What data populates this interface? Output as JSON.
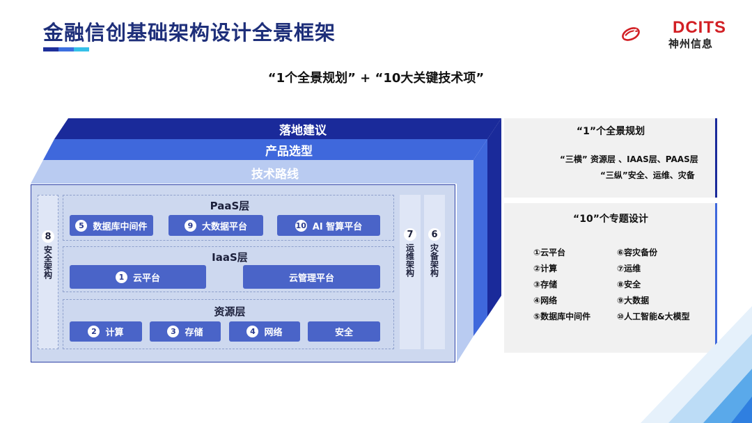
{
  "header": {
    "title": "金融信创基础架构设计全景框架",
    "logo_en": "DCITS",
    "logo_cn": "神州信息",
    "logo_icon": "dcits-swirl-icon"
  },
  "subtitle": "“1个全景规划” + “10大关键技术项”",
  "colors": {
    "navy": "#1a2a9a",
    "blue": "#3f68dc",
    "light_blue": "#b9cbf1",
    "pill": "#4a64c8",
    "title": "#1e2f7a",
    "accent_red": "#d21f24"
  },
  "layers": {
    "top": "落地建议",
    "middle": "产品选型",
    "bottom": "技术路线"
  },
  "framework": {
    "left_column": {
      "num": "8",
      "label": "安全架构"
    },
    "paas": {
      "label": "PaaS层",
      "items": [
        {
          "num": "5",
          "label": "数据库中间件"
        },
        {
          "num": "9",
          "label": "大数据平台"
        },
        {
          "num": "10",
          "label": "AI 智算平台"
        }
      ]
    },
    "iaas": {
      "label": "IaaS层",
      "items": [
        {
          "num": "1",
          "label": "云平台"
        },
        {
          "num": "",
          "label": "云管理平台"
        }
      ]
    },
    "resource": {
      "label": "资源层",
      "items": [
        {
          "num": "2",
          "label": "计算"
        },
        {
          "num": "3",
          "label": "存储"
        },
        {
          "num": "4",
          "label": "网络"
        },
        {
          "num": "",
          "label": "安全"
        }
      ]
    },
    "right_columns": [
      {
        "num": "7",
        "label": "运维架构"
      },
      {
        "num": "6",
        "label": "灾备架构"
      }
    ]
  },
  "panel_plan": {
    "heading": "“1”个全景规划",
    "line1": "“三横” 资源层 、IAAS层、PAAS层",
    "line2": "“三纵”安全、运维、灾备"
  },
  "panel_topics": {
    "heading": "“10”个专题设计",
    "left": [
      "①云平台",
      "②计算",
      "③存储",
      "④网络",
      "⑤数据库中间件"
    ],
    "right": [
      "⑥容灾备份",
      "⑦运维",
      "⑧安全",
      "⑨大数据",
      "⑩人工智能&大模型"
    ]
  }
}
